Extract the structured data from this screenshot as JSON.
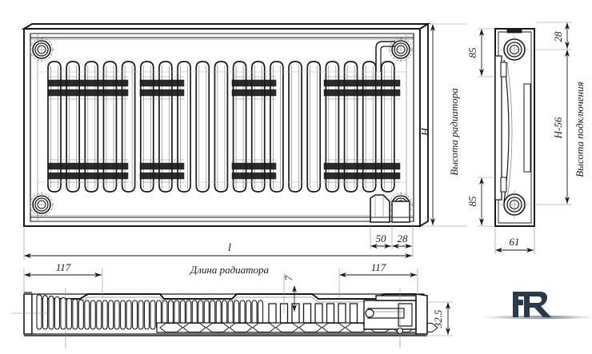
{
  "drawing": {
    "title": "Radiator technical drawing",
    "background_color": "#ffffff",
    "line_color": "#1a1a1a",
    "thin_line_color": "#8a8a8a",
    "logo_color": "#2b3a4a"
  },
  "views": {
    "front": {
      "name": "front-view"
    },
    "side": {
      "name": "side-view"
    },
    "plan": {
      "name": "plan-view"
    }
  },
  "dimensions": {
    "height_symbol": "H",
    "height_label": "Высота радиатора",
    "length_symbol": "l",
    "length_label": "Длина радиатора",
    "connection_symbol": "H-56",
    "connection_label": "Высота подключения",
    "top_offset": "28",
    "upper_spacing": "85",
    "lower_spacing": "85",
    "depth": "61",
    "valve_spacing": "50",
    "valve_edge": "28",
    "bracket_left": "117",
    "bracket_right": "117",
    "plate_gap": "7",
    "plan_depth": "32.5"
  },
  "logo": {
    "text": "PR",
    "name": "pr-logo"
  }
}
